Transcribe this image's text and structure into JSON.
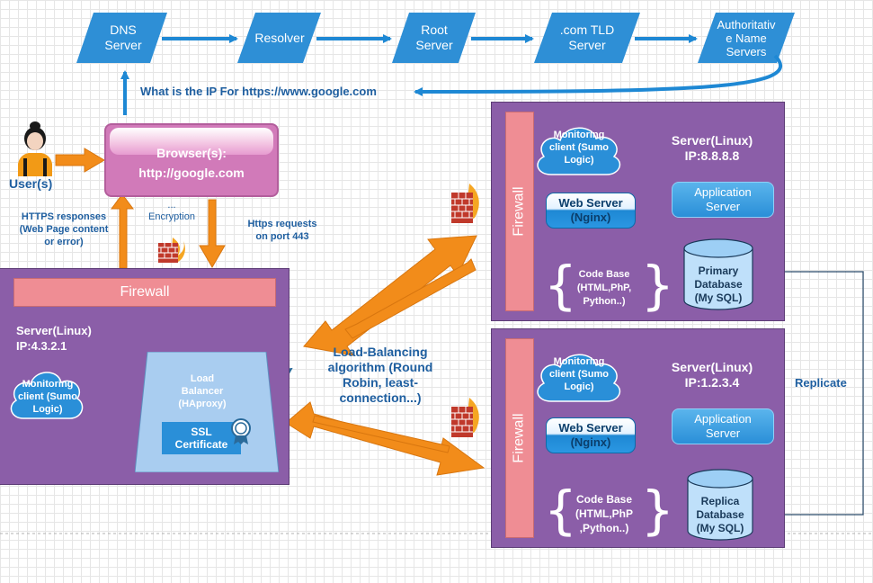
{
  "dns_chain": {
    "dns_server": "DNS\nServer",
    "resolver": "Resolver",
    "root_server": "Root\nServer",
    "tld_server": ".com TLD\nServer",
    "auth_server": "Authoritativ\ne Name\nServers",
    "question": "What is the IP For https://www.google.com"
  },
  "user": {
    "label": "User(s)"
  },
  "browser": {
    "title": "Browser(s):",
    "url": "http://google.com"
  },
  "labels": {
    "https_responses": "HTTPS responses\n(Web Page content\nor error)",
    "encryption": "...\nEncryption",
    "https_requests": "Https requests\non port 443",
    "load_balancing": "Load-Balancing\nalgorithm (Round\nRobin, least-\nconnection...)",
    "replicate": "Replicate"
  },
  "lb_server": {
    "firewall": "Firewall",
    "name": "Server(Linux)\nIP:4.3.2.1",
    "monitoring": "Monitoring\nclient (Sumo\nLogic)",
    "lb_label": "Load\nBalancer\n(HAproxy)",
    "ssl": "SSL\nCertificate"
  },
  "server1": {
    "firewall": "Firewall",
    "monitoring": "Monitoring\nclient (Sumo\nLogic)",
    "name": "Server(Linux)\nIP:8.8.8.8",
    "web_server": "Web Server\n(Nginx)",
    "app_server": "Application\nServer",
    "code_base": "Code Base\n(HTML,PhP,\nPython..)",
    "database": "Primary\nDatabase\n(My SQL)"
  },
  "server2": {
    "firewall": "Firewall",
    "monitoring": "Monitoring\nclient (Sumo\nLogic)",
    "name": "Server(Linux)\nIP:1.2.3.4",
    "web_server": "Web Server\n(Nginx)",
    "app_server": "Application\nServer",
    "code_base": "Code Base\n(HTML,PhP\n,Python..)",
    "database": "Replica\nDatabase\n(My SQL)"
  },
  "colors": {
    "dns_box": "#2e8fd6",
    "server_bg": "#8b5ea8",
    "firewall": "#ef8d94",
    "browser_bg": "#d17ab9",
    "arrow_orange": "#f28c1a",
    "arrow_blue": "#1e88d4",
    "label_blue": "#1f5fa0"
  },
  "icons": [
    "user-icon",
    "firewall-icon",
    "cloud-icon",
    "database-icon",
    "certificate-icon"
  ]
}
